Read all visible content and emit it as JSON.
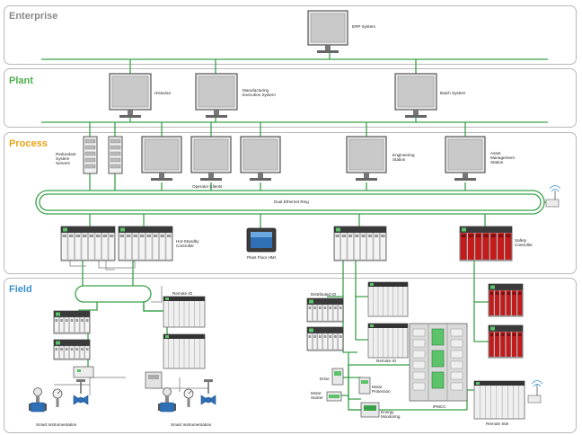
{
  "levels": {
    "enterprise": {
      "title": "Enterprise",
      "color": "#8a8a8a"
    },
    "plant": {
      "title": "Plant",
      "color": "#4cae4c"
    },
    "process": {
      "title": "Process",
      "color": "#e8a317"
    },
    "field": {
      "title": "Field",
      "color": "#3a8fcf"
    }
  },
  "colors": {
    "network": "#3aa14a",
    "wire": "#9a9a9a",
    "safety": "#c41a1a",
    "screen": "#2f6fb6"
  },
  "labels": {
    "erp": "ERP System",
    "historian": "Historian",
    "mes_line1": "Manufacturing",
    "mes_line2": "Execution System",
    "batch": "Batch System",
    "rss_line1": "Redundant",
    "rss_line2": "System",
    "rss_line3": "Servers",
    "operator_clients": "Operator Clients",
    "eng_line1": "Engineering",
    "eng_line2": "Station",
    "asset_line1": "Asset",
    "asset_line2": "Management",
    "asset_line3": "Station",
    "ring": "Dual Ethernet Ring",
    "hot_line1": "Hot-Standby",
    "hot_line2": "Controller",
    "hmi": "Plant Floor HMI",
    "safety_line1": "Safety",
    "safety_line2": "Controller",
    "remote_io_left": "Remote IO",
    "distributed_io": "Distributed IO",
    "remote_io_right": "Remote IO",
    "drive": "Drive",
    "motor_starter_line1": "Motor",
    "motor_starter_line2": "Starter",
    "motor_prot_line1": "Motor",
    "motor_prot_line2": "Protection",
    "energy_line1": "Energy",
    "energy_line2": "Monitoring",
    "ipmcc": "iPMCC",
    "remote_site": "Remote Site",
    "smart_inst_left": "Smart Instrumentation",
    "smart_inst_right": "Smart Instrumentation"
  }
}
